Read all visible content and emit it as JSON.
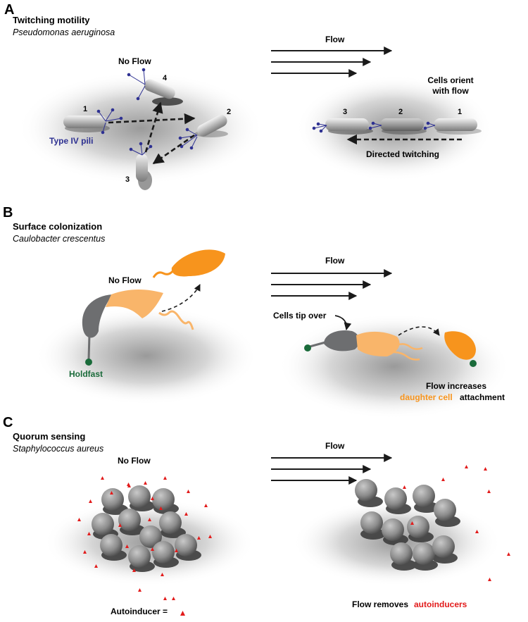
{
  "panelA": {
    "letter": "A",
    "title": "Twitching motility",
    "organism": "Pseudomonas aeruginosa",
    "no_flow": "No Flow",
    "flow": "Flow",
    "pili_label": "Type IV pili",
    "cell_numbers_left": [
      "1",
      "2",
      "3",
      "4"
    ],
    "orient_line1": "Cells orient",
    "orient_line2": "with flow",
    "cell_numbers_right": [
      "3",
      "2",
      "1"
    ],
    "directed": "Directed twitching"
  },
  "panelB": {
    "letter": "B",
    "title": "Surface colonization",
    "organism": "Caulobacter crescentus",
    "no_flow": "No Flow",
    "flow": "Flow",
    "holdfast": "Holdfast",
    "tip_over": "Cells tip over",
    "increases_line1": "Flow increases",
    "daughter": "daughter cell",
    "attachment": "attachment"
  },
  "panelC": {
    "letter": "C",
    "title": "Quorum sensing",
    "organism": "Staphylococcus aureus",
    "no_flow": "No Flow",
    "flow": "Flow",
    "autoinducer": "Autoinducer =",
    "removes": "Flow removes",
    "autoinducers": "autoinducers"
  },
  "colors": {
    "pili_blue": "#2e3192",
    "holdfast_green": "#1a6b3a",
    "orange": "#f7941d",
    "light_orange": "#f9b56a",
    "autoinducer_red": "#e21b1b",
    "cell_gray": "#a6a6a6",
    "dark_gray": "#6d6e70"
  }
}
